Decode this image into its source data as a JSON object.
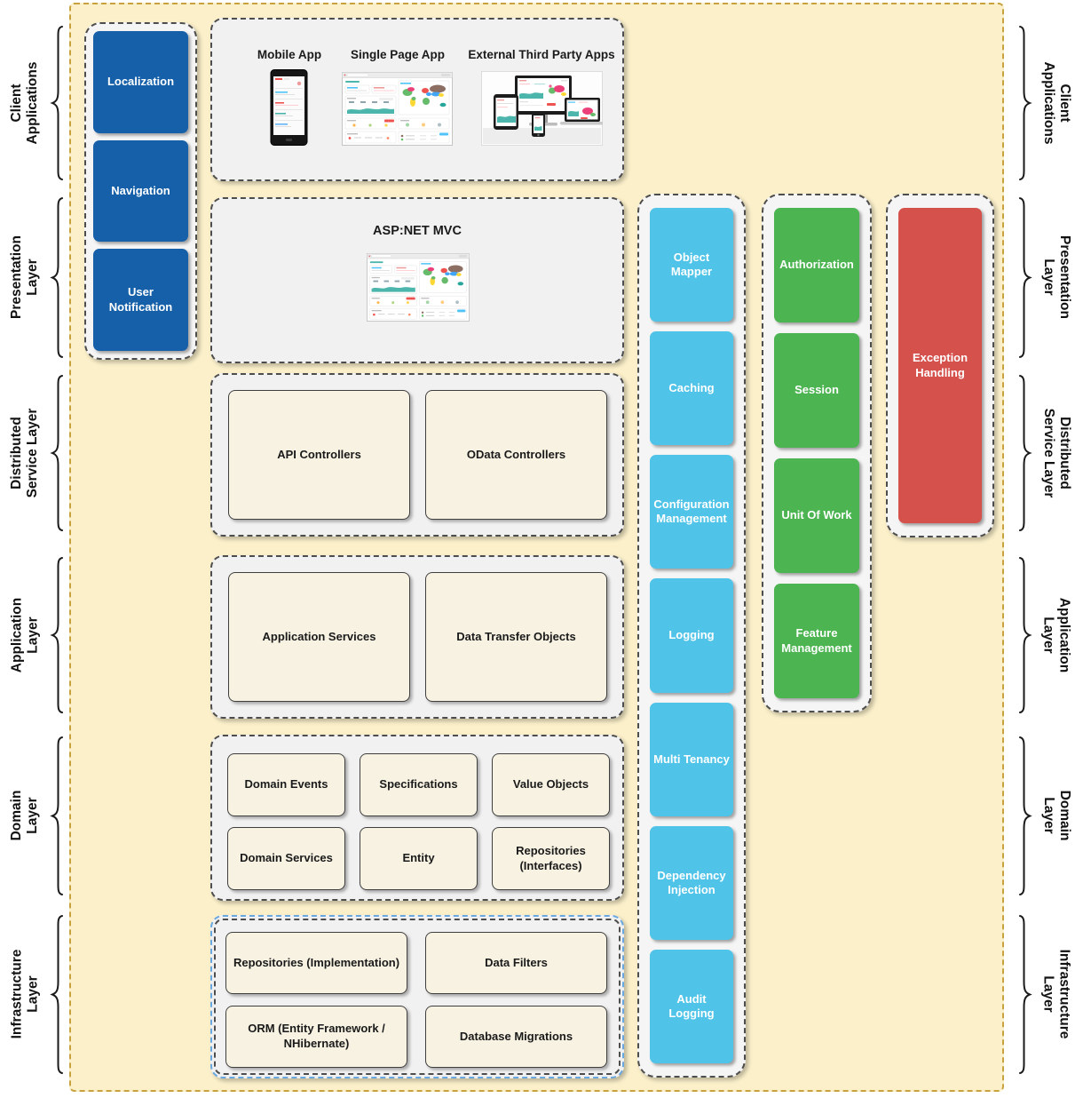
{
  "side_labels": [
    "Client Applications",
    "Presentation Layer",
    "Distributed Service Layer",
    "Application Layer",
    "Domain Layer",
    "Infrastructure Layer"
  ],
  "shared_ui": {
    "items": [
      "Localization",
      "Navigation",
      "User Notification"
    ]
  },
  "client_applications": {
    "captions": [
      "Mobile App",
      "Single Page App",
      "External Third Party Apps"
    ]
  },
  "presentation_layer": {
    "title": "ASP:NET MVC"
  },
  "distributed_service_layer": {
    "boxes": [
      "API Controllers",
      "OData Controllers"
    ]
  },
  "application_layer": {
    "boxes": [
      "Application Services",
      "Data Transfer Objects"
    ]
  },
  "domain_layer": {
    "boxes": [
      "Domain Events",
      "Specifications",
      "Value Objects",
      "Domain Services",
      "Entity",
      "Repositories (Interfaces)"
    ]
  },
  "infrastructure_layer": {
    "boxes": [
      "Repositories (Implementation)",
      "Data Filters",
      "ORM (Entity Framework / NHibernate)",
      "Database Migrations"
    ]
  },
  "cross_cutting": {
    "framework": [
      "Object Mapper",
      "Caching",
      "Configuration Management",
      "Logging",
      "Multi Tenancy",
      "Dependency Injection",
      "Audit Logging"
    ],
    "security": [
      "Authorization",
      "Session",
      "Unit Of Work",
      "Feature Management"
    ],
    "error": [
      "Exception Handling"
    ]
  },
  "colors": {
    "diagram_background": "#FBF0CA",
    "outer_border": "#C8A23E",
    "container_fill": "#F1F1F1",
    "container_border": "#4d4d4d",
    "blue_box": "#1560A8",
    "cyan_box": "#4FC3E8",
    "green_box": "#4CB451",
    "red_box": "#D5514C",
    "cream_box": "#F7F2E2",
    "infrastructure_highlight_border": "#68A7E0"
  }
}
